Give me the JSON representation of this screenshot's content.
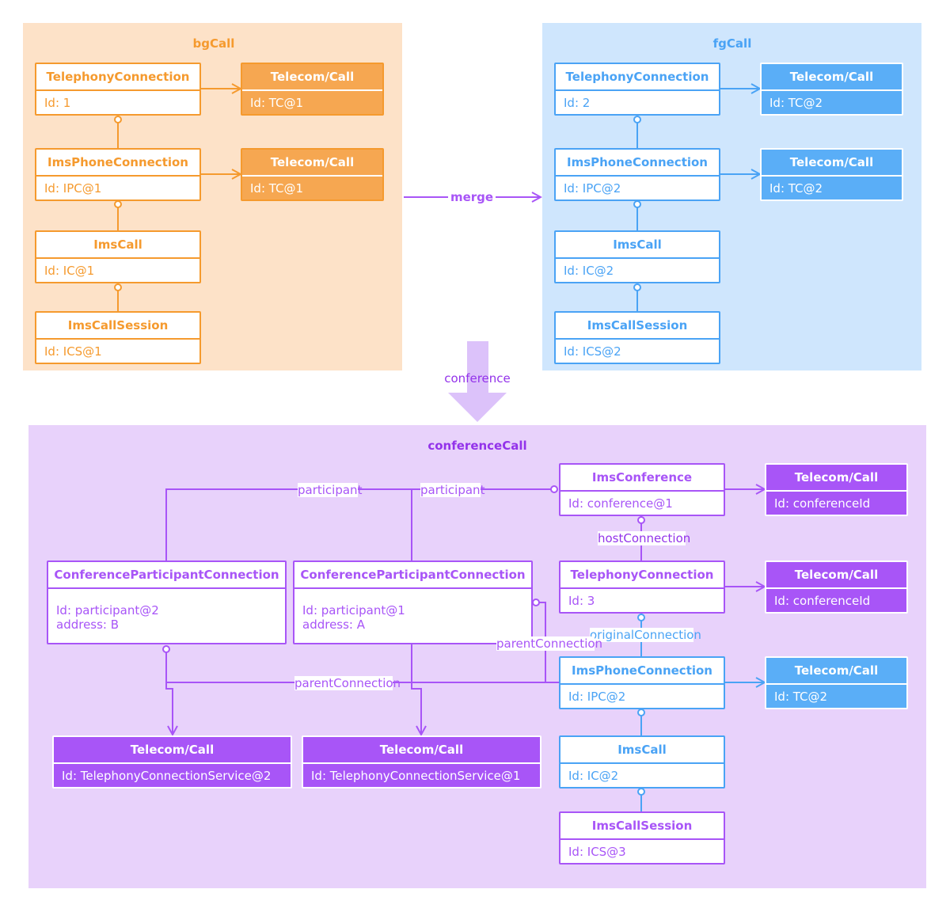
{
  "colors": {
    "orange": "#f59a2e",
    "orange_bg": "#fde2c8",
    "blue": "#4aa3f5",
    "blue_bg": "#cfe6fd",
    "purple": "#a855f7",
    "purple_bg": "#e8d2fb",
    "purple_text": "#9333ea"
  },
  "bgCall": {
    "title": "bgCall",
    "telephony": {
      "name": "TelephonyConnection",
      "id": "Id: 1"
    },
    "telecom1": {
      "name": "Telecom/Call",
      "id": "Id: TC@1"
    },
    "imsphone": {
      "name": "ImsPhoneConnection",
      "id": "Id: IPC@1"
    },
    "telecom2": {
      "name": "Telecom/Call",
      "id": "Id: TC@1"
    },
    "imscall": {
      "name": "ImsCall",
      "id": "Id: IC@1"
    },
    "imscallsession": {
      "name": "ImsCallSession",
      "id": "Id: ICS@1"
    }
  },
  "fgCall": {
    "title": "fgCall",
    "telephony": {
      "name": "TelephonyConnection",
      "id": "Id: 2"
    },
    "telecom1": {
      "name": "Telecom/Call",
      "id": "Id: TC@2"
    },
    "imsphone": {
      "name": "ImsPhoneConnection",
      "id": "Id: IPC@2"
    },
    "telecom2": {
      "name": "Telecom/Call",
      "id": "Id: TC@2"
    },
    "imscall": {
      "name": "ImsCall",
      "id": "Id: IC@2"
    },
    "imscallsession": {
      "name": "ImsCallSession",
      "id": "Id: ICS@2"
    }
  },
  "merge_label": "merge",
  "conference_label": "conference",
  "conferenceCall": {
    "title": "conferenceCall",
    "imsconference": {
      "name": "ImsConference",
      "id": "Id: conference@1"
    },
    "telecom_conf1": {
      "name": "Telecom/Call",
      "id": "Id: conferenceId"
    },
    "host_label": "hostConnection",
    "telephony": {
      "name": "TelephonyConnection",
      "id": "Id: 3"
    },
    "telecom_conf2": {
      "name": "Telecom/Call",
      "id": "Id: conferenceId"
    },
    "original_label": "originalConnection",
    "imsphone": {
      "name": "ImsPhoneConnection",
      "id": "Id: IPC@2"
    },
    "telecom_tc2": {
      "name": "Telecom/Call",
      "id": "Id: TC@2"
    },
    "imscall": {
      "name": "ImsCall",
      "id": "Id: IC@2"
    },
    "imscallsession": {
      "name": "ImsCallSession",
      "id": "Id: ICS@3"
    },
    "participant_b": {
      "name": "ConferenceParticipantConnection",
      "id": "Id: participant@2",
      "address": "address: B"
    },
    "participant_a": {
      "name": "ConferenceParticipantConnection",
      "id": "Id: participant@1",
      "address": "address: A"
    },
    "participant_label_1": "participant",
    "participant_label_2": "participant",
    "parent_label_1": "parentConnection",
    "parent_label_2": "parentConnection",
    "telecom_tcs2": {
      "name": "Telecom/Call",
      "id": "Id: TelephonyConnectionService@2"
    },
    "telecom_tcs1": {
      "name": "Telecom/Call",
      "id": "Id: TelephonyConnectionService@1"
    }
  }
}
